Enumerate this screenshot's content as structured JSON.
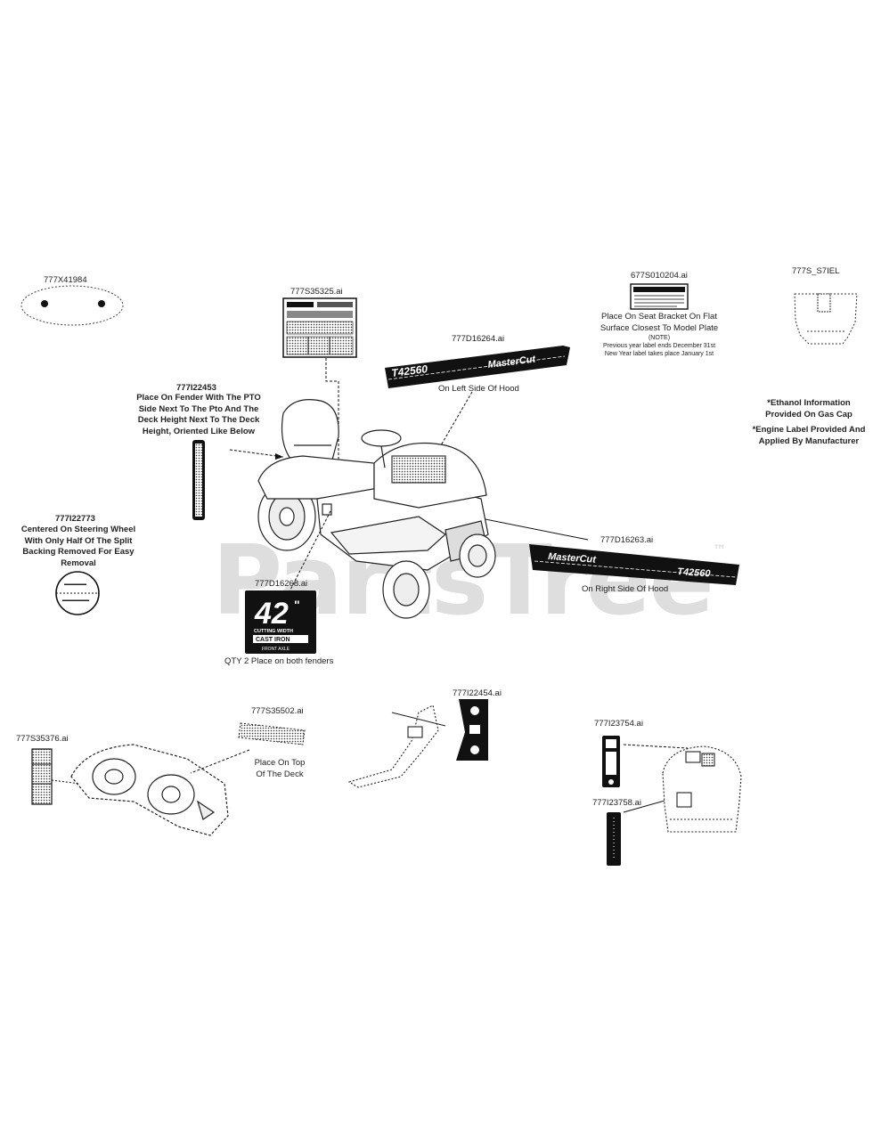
{
  "parts": {
    "p777X41984": "777X41984",
    "p777S35325": "777S35325.ai",
    "p677S010204": "677S010204.ai",
    "p777S_tl": "777S_S7IEL",
    "p777D16264": "777D16264.ai",
    "p777I22453": "777I22453",
    "p777I22773": "777I22773",
    "p777D16263": "777D16263.ai",
    "p777D16268": "777D16268.ai",
    "p777S35502": "777S35502.ai",
    "p777I22454": "777I22454.ai",
    "p777S35376": "777S35376.ai",
    "p777I23754": "777I23754.ai",
    "p777I23758": "777I23758.ai"
  },
  "notes": {
    "seat_bracket": [
      "Place On Seat Bracket On Flat",
      "Surface Closest To Model Plate",
      "(NOTE)",
      "Previous year label ends December 31st",
      "New Year label takes place January 1st"
    ],
    "left_hood": "On Left Side Of Hood",
    "right_hood": "On Right Side Of Hood",
    "fender": [
      "Place On Fender With The PTO",
      "Side Next To The Pto And The",
      "Deck Height Next To The Deck",
      "Height, Oriented Like Below"
    ],
    "steering": [
      "Centered On Steering Wheel",
      "With Only Half Of The Split",
      "Backing Removed For Easy",
      "Removal"
    ],
    "ethanol": [
      "*Ethanol Information",
      "Provided On Gas Cap"
    ],
    "engine": [
      "*Engine Label Provided And",
      "Applied By Manufacturer"
    ],
    "fenders_qty": "QTY 2 Place on both fenders",
    "deck_top": [
      "Place On Top",
      "Of The Deck"
    ]
  },
  "decals": {
    "cutting_width": "42",
    "inch_mark": "\"",
    "cutting_width_label": "CUTTING WIDTH",
    "cast_iron": "CAST IRON",
    "front_axle": "FRONT AXLE",
    "brand": "MasterCut",
    "model": "T42560"
  },
  "watermark": "PartsTree",
  "watermark_tm": "™"
}
